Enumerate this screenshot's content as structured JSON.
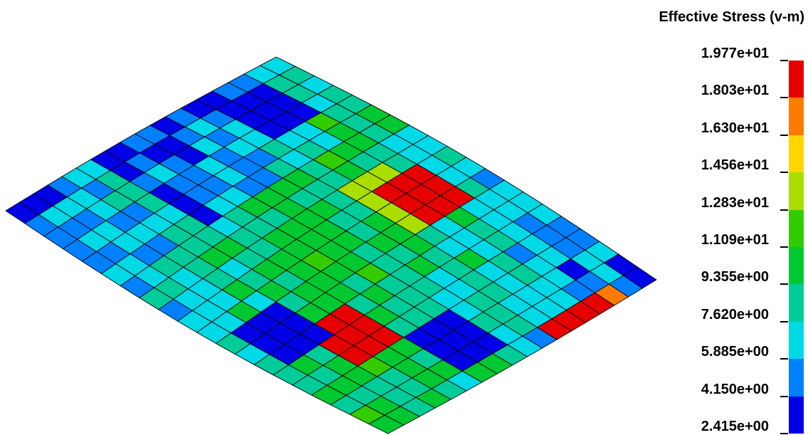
{
  "chart_data": {
    "type": "heatmap",
    "title": "Effective Stress (v-m)",
    "legend": {
      "placement": "right",
      "tick_labels": [
        "1.977e+01",
        "1.803e+01",
        "1.630e+01",
        "1.456e+01",
        "1.283e+01",
        "1.109e+01",
        "9.355e+00",
        "7.620e+00",
        "5.885e+00",
        "4.150e+00",
        "2.415e+00"
      ],
      "min": 2.415,
      "max": 19.77,
      "colors_top_to_bottom": [
        "#e60000",
        "#ff7a00",
        "#ffd600",
        "#aadd00",
        "#33cc00",
        "#00c830",
        "#00cc99",
        "#00d9e6",
        "#0080ff",
        "#0000e6"
      ]
    },
    "mesh": {
      "rows": 18,
      "cols": 20,
      "projection": "isometric",
      "regions": [
        {
          "name": "high stress spot upper-right",
          "value": 19.5
        },
        {
          "name": "high stress spot lower-right",
          "value": 18.5
        },
        {
          "name": "high stress spot right edge",
          "value": 18.8
        },
        {
          "name": "low stress regions",
          "value": 3.0
        }
      ]
    }
  }
}
